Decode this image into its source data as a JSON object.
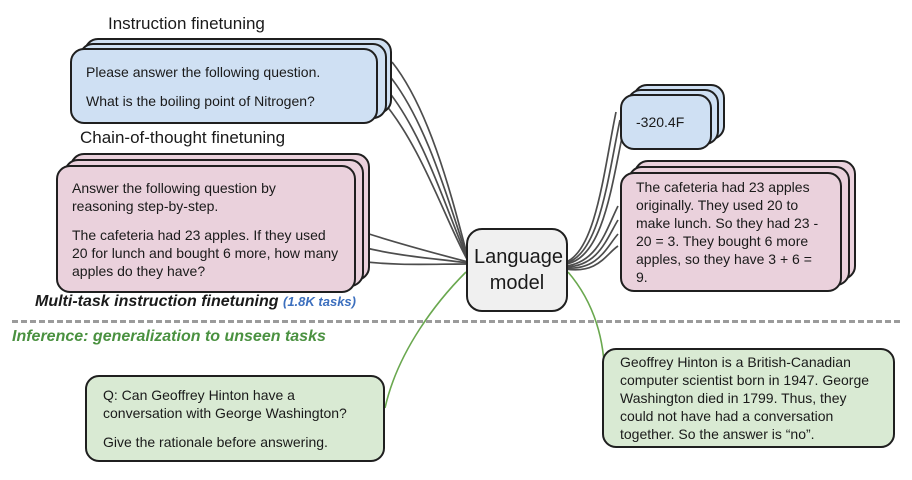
{
  "figure": {
    "title_instruction": "Instruction finetuning",
    "title_cot": "Chain-of-thought finetuning",
    "divider_label_main": "Multi-task instruction finetuning",
    "divider_label_tasks": "(1.8K tasks)",
    "inference_label": "Inference: generalization to unseen tasks",
    "model_line1": "Language",
    "model_line2": "model"
  },
  "colors": {
    "blue_fill": "#cfe0f3",
    "pink_fill": "#ead1dc",
    "green_fill": "#d9ead3",
    "grey_fill": "#f0f0f0",
    "outline": "#1f1f1f",
    "divider": "#9b9b9b",
    "tasks_accent": "#3c6fbe",
    "inference_accent": "#4a9140",
    "edge_dark": "#4d4d4d",
    "edge_green": "#6aa84f"
  },
  "cards": {
    "instruction_prompt": {
      "line1": "Please answer the following question.",
      "line2": "What is the boiling point of Nitrogen?"
    },
    "cot_prompt": {
      "line1": "Answer the following question by reasoning step-by-step.",
      "line2": "The cafeteria had 23 apples. If they used 20 for lunch and bought 6 more, how many apples do they have?"
    },
    "instruction_answer": {
      "line1": "-320.4F"
    },
    "cot_answer": {
      "line1": "The cafeteria had 23 apples originally. They used 20 to make lunch. So they had 23 - 20 = 3. They bought 6 more apples, so they have 3 + 6 = 9."
    },
    "inference_prompt": {
      "line1": "Q: Can Geoffrey Hinton have a conversation with George Washington?",
      "line2": "Give the rationale before answering."
    },
    "inference_answer": {
      "line1": "Geoffrey Hinton is a British-Canadian computer scientist born in 1947. George Washington died in 1799. Thus, they could not have had a conversation together. So the answer is “no”."
    }
  }
}
